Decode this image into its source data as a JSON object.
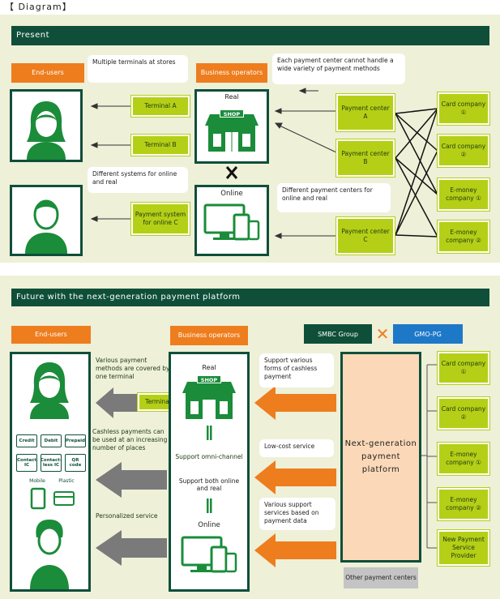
{
  "page_title": "【 Diagram】",
  "present": {
    "header": "Present",
    "end_users_label": "End-users",
    "business_operators_label": "Business operators",
    "callout_multiple_terminals": "Multiple terminals at stores",
    "callout_each_payment_center": "Each payment center cannot handle a wide variety of payment methods",
    "callout_different_systems": "Different systems for online and real",
    "callout_different_centers": "Different payment centers for online and real",
    "terminal_a": "Terminal A",
    "terminal_b": "Terminal B",
    "payment_system_online": "Payment system for online C",
    "real_label": "Real",
    "shop_sign": "SHOP",
    "online_label": "Online",
    "payment_center_a": "Payment center A",
    "payment_center_b": "Payment center B",
    "payment_center_c": "Payment center C",
    "card_company_1": "Card company ①",
    "card_company_2": "Card company ②",
    "emoney_company_1": "E-money company ①",
    "emoney_company_2": "E-money company ②"
  },
  "future": {
    "header": "Future with the next-generation payment platform",
    "end_users_label": "End-users",
    "business_operators_label": "Business operators",
    "smbc_label": "SMBC Group",
    "gmo_label": "GMO-PG",
    "text_various_methods": "Various payment methods are covered by one terminal",
    "text_cashless": "Cashless payments can be used at an increasing number of places",
    "text_personalized": "Personalized service",
    "terminal_label": "Terminal",
    "real_label": "Real",
    "shop_sign": "SHOP",
    "support_omni": "Support omni-channel",
    "support_both": "Support both online and real",
    "online_label": "Online",
    "callout_various_forms": "Support various forms of cashless payment",
    "callout_low_cost": "Low-cost service",
    "callout_support_services": "Various support services based on payment data",
    "platform_label": "Next-generation payment platform",
    "other_centers": "Other payment centers",
    "card_company_1": "Card company ①",
    "card_company_2": "Card company ②",
    "emoney_company_1": "E-money company ①",
    "emoney_company_2": "E-money company ②",
    "new_provider": "New Payment Service Provider",
    "pay_credit": "Credit",
    "pay_debit": "Debit",
    "pay_prepaid": "Prepaid",
    "pay_contact_ic": "Contact IC",
    "pay_contactless_ic": "Contact-less IC",
    "pay_qr": "QR code",
    "pay_mobile": "Mobile",
    "pay_plastic": "Plastic"
  }
}
